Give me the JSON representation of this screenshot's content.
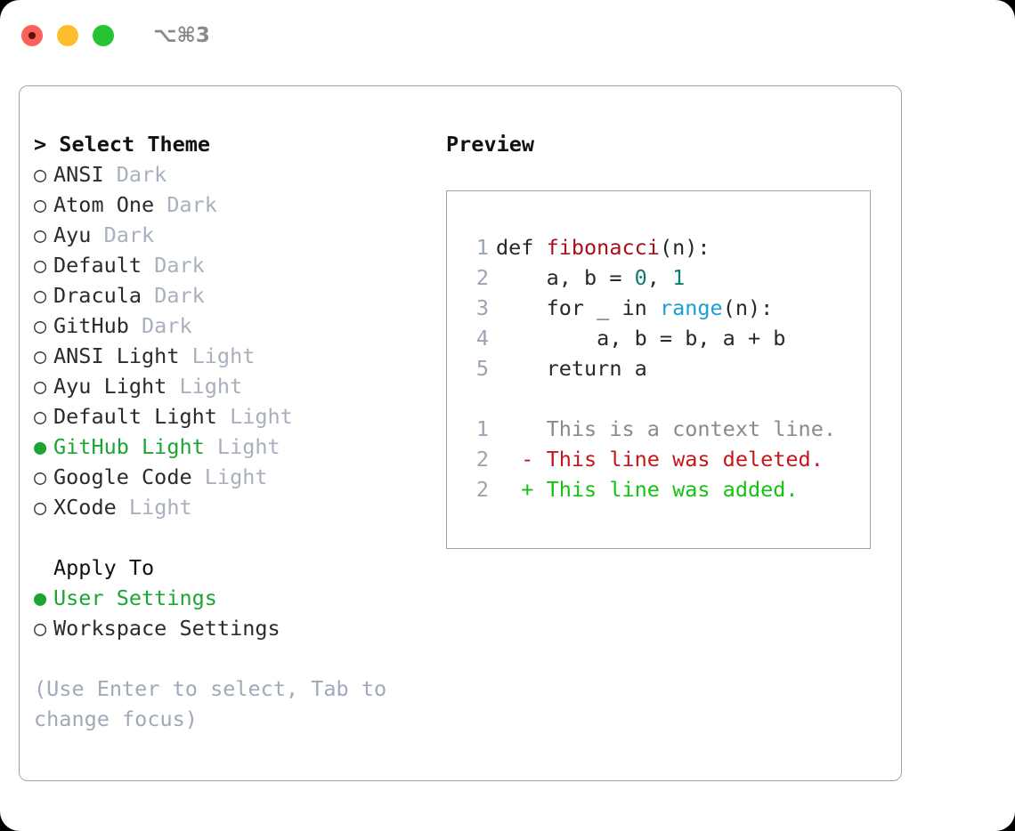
{
  "titlebar": {
    "shortcut": "⌥⌘3",
    "buttons": [
      {
        "name": "close",
        "color": "#fa6158"
      },
      {
        "name": "minimize",
        "color": "#fdbe2e"
      },
      {
        "name": "maximize",
        "color": "#25c433"
      }
    ]
  },
  "theme_selector": {
    "prompt": "> Select Theme",
    "bullet_unselected": "○",
    "bullet_selected": "●",
    "selected_theme": "GitHub Light",
    "items": [
      {
        "name": "ANSI",
        "kind": "Dark",
        "selected": false
      },
      {
        "name": "Atom One",
        "kind": "Dark",
        "selected": false
      },
      {
        "name": "Ayu",
        "kind": "Dark",
        "selected": false
      },
      {
        "name": "Default",
        "kind": "Dark",
        "selected": false
      },
      {
        "name": "Dracula",
        "kind": "Dark",
        "selected": false
      },
      {
        "name": "GitHub",
        "kind": "Dark",
        "selected": false
      },
      {
        "name": "ANSI Light",
        "kind": "Light",
        "selected": false
      },
      {
        "name": "Ayu Light",
        "kind": "Light",
        "selected": false
      },
      {
        "name": "Default Light",
        "kind": "Light",
        "selected": false
      },
      {
        "name": "GitHub Light",
        "kind": "Light",
        "selected": true
      },
      {
        "name": "Google Code",
        "kind": "Light",
        "selected": false
      },
      {
        "name": "XCode",
        "kind": "Light",
        "selected": false
      }
    ]
  },
  "apply_to": {
    "title": "Apply To",
    "selected_option": "User Settings",
    "options": [
      {
        "label": "User Settings",
        "selected": true
      },
      {
        "label": "Workspace Settings",
        "selected": false
      }
    ]
  },
  "hint": "(Use Enter to select, Tab to change focus)",
  "preview": {
    "title": "Preview",
    "code_lines": [
      {
        "no": "1",
        "tokens": [
          {
            "text": "def ",
            "type": "plain"
          },
          {
            "text": "fibonacci",
            "type": "function"
          },
          {
            "text": "(n):",
            "type": "plain"
          }
        ]
      },
      {
        "no": "2",
        "tokens": [
          {
            "text": "    a, b = ",
            "type": "plain"
          },
          {
            "text": "0",
            "type": "number"
          },
          {
            "text": ", ",
            "type": "plain"
          },
          {
            "text": "1",
            "type": "number"
          }
        ]
      },
      {
        "no": "3",
        "tokens": [
          {
            "text": "    for _ in ",
            "type": "plain"
          },
          {
            "text": "range",
            "type": "call"
          },
          {
            "text": "(n):",
            "type": "plain"
          }
        ]
      },
      {
        "no": "4",
        "tokens": [
          {
            "text": "        a, b = b, a + b",
            "type": "plain"
          }
        ]
      },
      {
        "no": "5",
        "tokens": [
          {
            "text": "    return a",
            "type": "plain"
          }
        ]
      }
    ],
    "diff_lines": [
      {
        "no": "1",
        "marker": "  ",
        "text": "This is a context line.",
        "type": "context"
      },
      {
        "no": "2",
        "marker": "- ",
        "text": "This line was deleted.",
        "type": "deleted"
      },
      {
        "no": "2",
        "marker": "+ ",
        "text": "This line was added.",
        "type": "added"
      }
    ]
  },
  "colors": {
    "accent_green": "#1aa633",
    "muted": "#a8b0bd",
    "hint": "#9fa9b8",
    "border": "#9aa5b4",
    "function": "#a4101a",
    "number": "#0a7c72",
    "call": "#1a9ed4",
    "diff_deleted": "#c5171a",
    "diff_added": "#14c114",
    "diff_context": "#8a8a8a"
  }
}
